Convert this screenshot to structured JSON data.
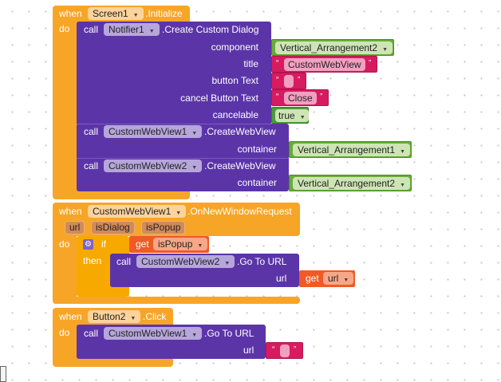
{
  "block1": {
    "when": "when",
    "component": "Screen1",
    "event": ".Initialize",
    "do": "do",
    "call1": {
      "call": "call",
      "component": "Notifier1",
      "method": ".Create Custom Dialog",
      "args": [
        {
          "label": "component",
          "value": "Vertical_Arrangement2"
        },
        {
          "label": "title",
          "value": "CustomWebView"
        },
        {
          "label": "button Text",
          "value": ""
        },
        {
          "label": "cancel Button Text",
          "value": "Close"
        },
        {
          "label": "cancelable",
          "value": "true"
        }
      ]
    },
    "call2": {
      "call": "call",
      "component": "CustomWebView1",
      "method": ".CreateWebView",
      "arg_label": "container",
      "arg_value": "Vertical_Arrangement1"
    },
    "call3": {
      "call": "call",
      "component": "CustomWebView2",
      "method": ".CreateWebView",
      "arg_label": "container",
      "arg_value": "Vertical_Arrangement2"
    }
  },
  "block2": {
    "when": "when",
    "component": "CustomWebView1",
    "event": ".OnNewWindowRequest",
    "params": [
      "url",
      "isDialog",
      "isPopup"
    ],
    "do": "do",
    "if": "if",
    "then": "then",
    "get": "get",
    "cond_var": "isPopup",
    "call": {
      "call": "call",
      "component": "CustomWebView2",
      "method": ".Go To URL",
      "arg_label": "url",
      "get": "get",
      "arg_var": "url"
    }
  },
  "block3": {
    "when": "when",
    "component": "Button2",
    "event": ".Click",
    "do": "do",
    "call": {
      "call": "call",
      "component": "CustomWebView1",
      "method": ".Go To URL",
      "arg_label": "url",
      "arg_value": ""
    }
  },
  "quote_open": "“",
  "quote_close": "”",
  "arrow": "▼"
}
